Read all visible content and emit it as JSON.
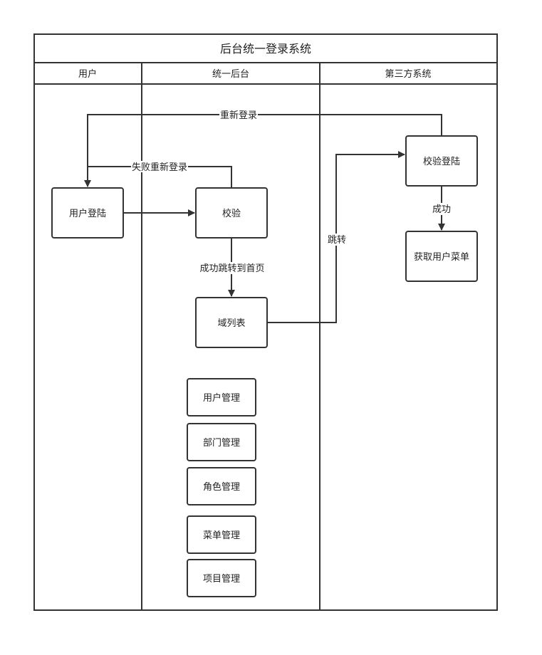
{
  "diagram": {
    "title": "后台统一登录系统",
    "lanes": [
      "用户",
      "统一后台",
      "第三方系统"
    ],
    "nodes": {
      "user_login": "用户登陆",
      "verify": "校验",
      "domain_list": "域列表",
      "user_mgmt": "用户管理",
      "dept_mgmt": "部门管理",
      "role_mgmt": "角色管理",
      "menu_mgmt": "菜单管理",
      "project_mgmt": "项目管理",
      "verify_login": "校验登陆",
      "get_user_menu": "获取用户菜单"
    },
    "edges": {
      "relogin": "重新登录",
      "fail_relogin": "失败重新登录",
      "success_home": "成功跳转到首页",
      "jump": "跳转",
      "success": "成功"
    }
  }
}
